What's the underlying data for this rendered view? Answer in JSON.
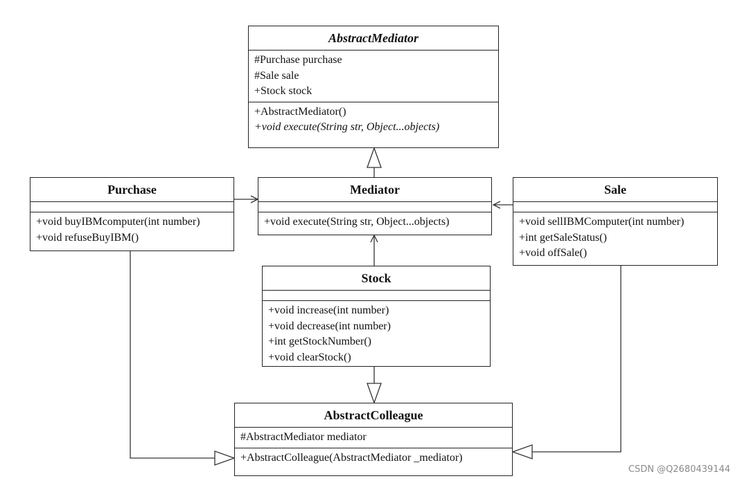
{
  "classes": {
    "abstract_mediator": {
      "name": "AbstractMediator",
      "attributes": [
        "#Purchase purchase",
        "#Sale sale",
        "+Stock stock"
      ],
      "methods": [
        "+AbstractMediator()",
        "+void execute(String str, Object...objects)"
      ]
    },
    "mediator": {
      "name": "Mediator",
      "attributes": [],
      "methods": [
        "+void execute(String str, Object...objects)"
      ]
    },
    "purchase": {
      "name": "Purchase",
      "attributes": [],
      "methods": [
        "+void buyIBMcomputer(int number)",
        "+void refuseBuyIBM()"
      ]
    },
    "sale": {
      "name": "Sale",
      "attributes": [],
      "methods": [
        "+void sellIBMComputer(int number)",
        "+int getSaleStatus()",
        "+void offSale()"
      ]
    },
    "stock": {
      "name": "Stock",
      "attributes": [],
      "methods": [
        "+void increase(int number)",
        "+void decrease(int number)",
        "+int getStockNumber()",
        "+void clearStock()"
      ]
    },
    "abstract_colleague": {
      "name": "AbstractColleague",
      "attributes": [
        "#AbstractMediator mediator"
      ],
      "methods": [
        "+AbstractColleague(AbstractMediator _mediator)"
      ]
    }
  },
  "watermark": "CSDN @Q2680439144"
}
